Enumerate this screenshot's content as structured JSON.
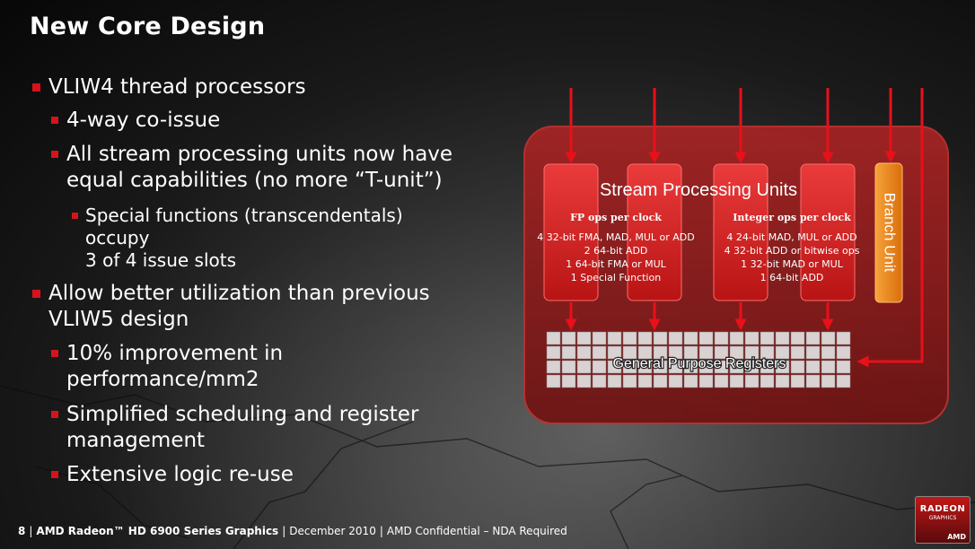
{
  "title": "New Core Design",
  "bullets": {
    "b1": "VLIW4 thread processors",
    "b1a": "4-way co-issue",
    "b1b_line1": "All stream processing units now have",
    "b1b_line2": "equal capabilities (no more “T-unit”)",
    "b1b1_line1": "Special functions (transcendentals)",
    "b1b1_line2": "occupy",
    "b1b1_line3": "3 of 4 issue slots",
    "b2_line1": "Allow better utilization than previous",
    "b2_line2": "VLIW5 design",
    "b2a_line1": "10% improvement in",
    "b2a_line2": "performance/mm2",
    "b2b_line1": "Simplified scheduling and register",
    "b2b_line2": "management",
    "b2c": "Extensive logic re-use"
  },
  "diagram": {
    "spu_title": "Stream Processing Units",
    "fp_heading": "FP ops per clock",
    "fp_lines": [
      "4 32-bit FMA, MAD, MUL or ADD",
      "2 64-bit ADD",
      "1 64-bit FMA or MUL",
      "1 Special Function"
    ],
    "int_heading": "Integer ops per clock",
    "int_lines": [
      "4 24-bit MAD, MUL or ADD",
      "4 32-bit ADD or bitwise ops",
      "1 32-bit MAD or MUL",
      "1 64-bit ADD"
    ],
    "branch_unit": "Branch Unit",
    "gpr_label": "General Purpose Registers"
  },
  "footer": {
    "page": "8",
    "product": "AMD Radeon™ HD 6900 Series Graphics",
    "date": "December 2010",
    "confidential": "AMD Confidential – NDA Required"
  },
  "logo": {
    "line1": "RADEON",
    "line2": "GRAPHICS",
    "line3": "AMD"
  },
  "colors": {
    "bullet_red": "#d6131b",
    "arrow_red": "#e8101a",
    "unit_red": "#d21e1e",
    "container_red": "#8e1a1a",
    "branch_orange": "#f08a1c",
    "register_cell": "#d9d2d2"
  }
}
